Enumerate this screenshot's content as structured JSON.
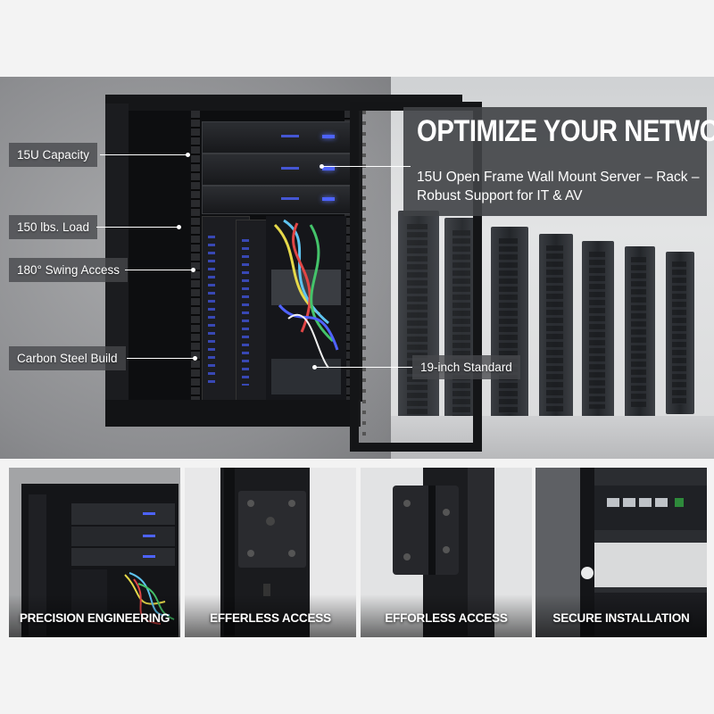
{
  "hero": {
    "headline": "OPTIMIZE YOUR NETWORK",
    "subheadline": "15U Open Frame Wall Mount Server – Rack – Robust Support for IT & AV"
  },
  "callouts": [
    {
      "label": "15U Capacity"
    },
    {
      "label": "150 lbs. Load"
    },
    {
      "label": "180° Swing Access"
    },
    {
      "label": "Carbon Steel Build"
    },
    {
      "label": "19-inch Standard"
    }
  ],
  "thumbnails": [
    {
      "label": "PRECISION ENGINEERING"
    },
    {
      "label": "EFFERLESS ACCESS"
    },
    {
      "label": "EFFORLESS ACCESS"
    },
    {
      "label": "SECURE INSTALLATION"
    }
  ],
  "colors": {
    "led_blue": "#4d63ff",
    "callout_bg": "#46484b",
    "headline_box": "#404246",
    "text": "#ffffff"
  }
}
